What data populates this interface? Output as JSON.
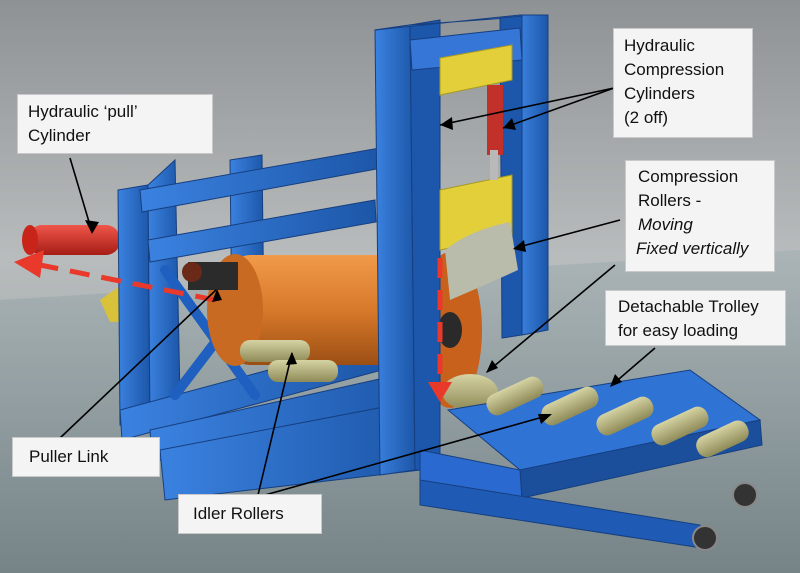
{
  "labels": {
    "hydraulic_pull": [
      "Hydraulic ‘pull’",
      "Cylinder"
    ],
    "hydraulic_compression": [
      "Hydraulic",
      "Compression",
      "Cylinders",
      "(2 off)"
    ],
    "compression_rollers": {
      "title": [
        "Compression",
        "Rollers -"
      ],
      "moving": "Moving",
      "fixed": "Fixed vertically"
    },
    "detachable_trolley": [
      "Detachable Trolley",
      "for easy loading"
    ],
    "puller_link": "Puller Link",
    "idler_rollers": "Idler Rollers"
  },
  "colors": {
    "frame_blue": "#2a6fd0",
    "frame_dark": "#1b4f9c",
    "yellow_bracket": "#e2cf3a",
    "orange_roll": "#d8792a",
    "red_arrow": "#e8392b",
    "cylinder_red": "#d82f25",
    "roller_khaki": "#b5b07a"
  }
}
